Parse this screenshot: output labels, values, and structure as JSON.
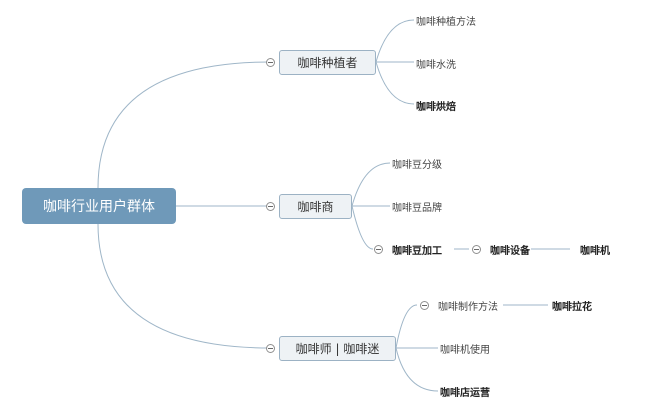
{
  "root": {
    "label": "咖啡行业用户群体"
  },
  "branches": [
    {
      "label": "咖啡种植者",
      "children": [
        "咖啡种植方法",
        "咖啡水洗",
        "咖啡烘焙"
      ]
    },
    {
      "label": "咖啡商",
      "children": [
        "咖啡豆分级",
        "咖啡豆品牌",
        "咖啡豆加工",
        "咖啡设备",
        "咖啡机"
      ]
    },
    {
      "label": "咖啡师 | 咖啡迷",
      "children": [
        "咖啡制作方法",
        "咖啡拉花",
        "咖啡机使用",
        "咖啡店运营"
      ]
    }
  ],
  "colors": {
    "root_fill": "#6f99b9",
    "branch_fill": "#eef2f5",
    "line": "#9fb6c8"
  }
}
